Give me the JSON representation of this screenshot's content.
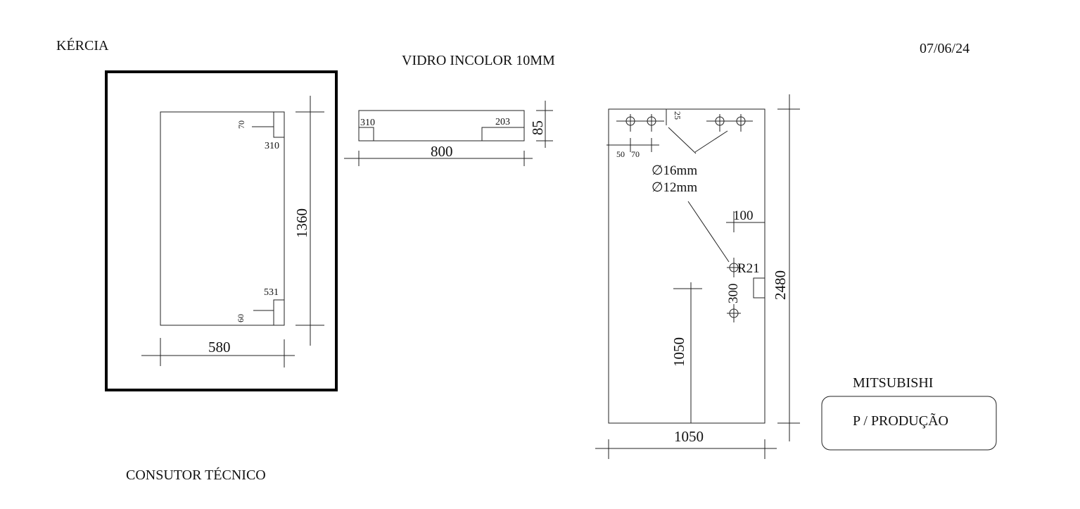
{
  "header": {
    "client_name": "KÉRCIA",
    "title": "VIDRO INCOLOR 10MM",
    "date": "07/06/24"
  },
  "footer": {
    "consultant_label": "CONSUTOR TÉCNICO",
    "brand_label": "MITSUBISHI",
    "stamp_label": "P / PRODUÇÃO"
  },
  "piece_left": {
    "width": "580",
    "height": "1360",
    "top_notch_height": "70",
    "top_notch_depth": "310",
    "bottom_notch_offset": "531",
    "bottom_notch_height": "60"
  },
  "piece_small": {
    "width": "800",
    "height": "85",
    "left_notch": "310",
    "right_notch": "203"
  },
  "piece_right": {
    "width": "1050",
    "height": "2480",
    "top_offset": "25",
    "hole_offset_1": "50",
    "hole_offset_2": "70",
    "hole_diameter_1": "∅16mm",
    "hole_diameter_2": "∅12mm",
    "edge_offset": "100",
    "radius_label": "R21",
    "hole_spacing": "300",
    "handle_height": "1050",
    "bottom_width": "1050"
  }
}
